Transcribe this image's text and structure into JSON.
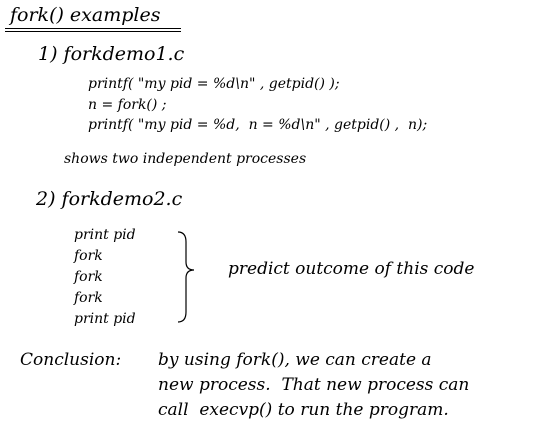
{
  "title": "fork() examples",
  "example1": {
    "heading": "1) forkdemo1.c",
    "code": [
      "printf( \"my pid = %d\\n\" , getpid() );",
      "n = fork() ;",
      "printf( \"my pid = %d,  n = %d\\n\" , getpid() ,  n);"
    ],
    "note": "shows two independent processes"
  },
  "example2": {
    "heading": "2) forkdemo2.c",
    "steps": [
      "print pid",
      "fork",
      "fork",
      "fork",
      "print pid"
    ],
    "prediction": "predict outcome of this code"
  },
  "conclusion": {
    "label": "Conclusion:",
    "lines": [
      "by using fork(), we can create a",
      "new process.  That new process can",
      "call  execvp() to run the program."
    ]
  }
}
